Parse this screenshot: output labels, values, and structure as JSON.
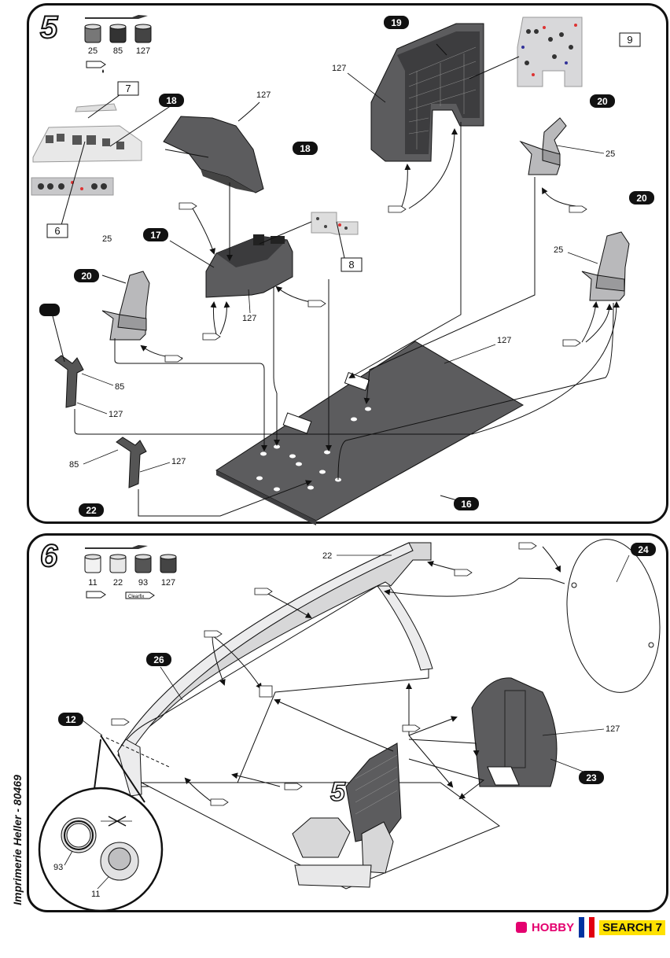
{
  "step5": {
    "number": "5",
    "paints": [
      "25",
      "85",
      "127"
    ],
    "parts": {
      "p19": "19",
      "p9": "9",
      "p20a": "20",
      "p20b": "20",
      "p18": "18",
      "p7": "7",
      "p18b": "18",
      "p6": "6",
      "p17": "17",
      "p8": "8",
      "p20c": "20",
      "p22": "22",
      "p16": "16"
    },
    "paint_labels": {
      "l127a": "127",
      "l127b": "127",
      "l25a": "25",
      "l25b": "25",
      "l25c": "25",
      "l127c": "127",
      "l127d": "127",
      "l85a": "85",
      "l127e": "127",
      "l85b": "85",
      "l127f": "127"
    }
  },
  "step6": {
    "number": "6",
    "paints": [
      "11",
      "22",
      "93",
      "127"
    ],
    "glue": "Clearfix",
    "parts": {
      "p24": "24",
      "p26": "26",
      "p12": "12",
      "p23": "23",
      "sub5": "5"
    },
    "paint_labels": {
      "l22": "22",
      "l127": "127",
      "l93": "93",
      "l11": "11"
    }
  },
  "side_text": "Imprimerie Heller - 80469",
  "footer": {
    "brand1": "HOBBY",
    "brand2": "SEARCH",
    "page": "7"
  },
  "colors": {
    "part_fill": "#5c5c5e",
    "light_grey": "#c8c8ca",
    "pale": "#ececed"
  }
}
